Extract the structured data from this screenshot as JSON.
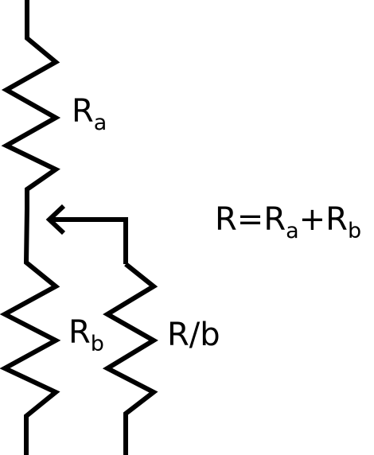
{
  "labels": {
    "ra": {
      "main": "R",
      "sub": "a"
    },
    "rb": {
      "main": "R",
      "sub": "b"
    },
    "r_over_b": "R/b",
    "equation": {
      "lhs": "R",
      "equals": "=",
      "term1_main": "R",
      "term1_sub": "a",
      "plus": "+",
      "term2_main": "R",
      "term2_sub": "b"
    }
  },
  "colors": {
    "stroke": "#000000",
    "background": "#ffffff"
  }
}
